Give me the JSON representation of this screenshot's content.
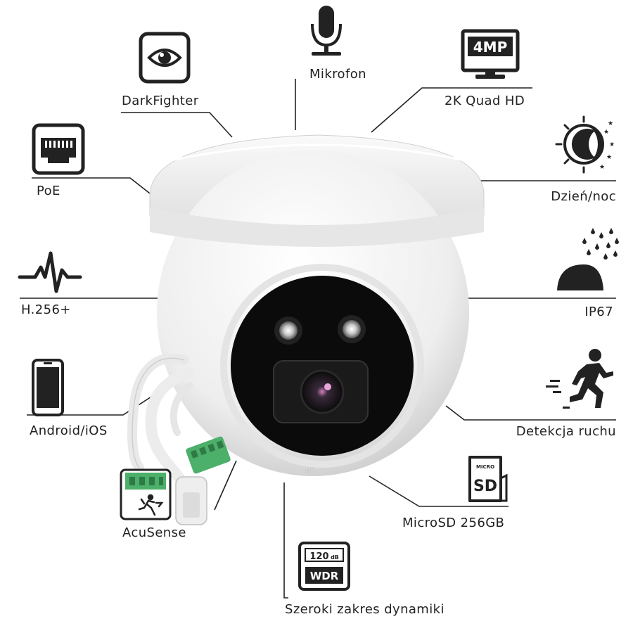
{
  "features": {
    "darkfighter": {
      "label": "DarkFighter",
      "icon": "eye-icon"
    },
    "mikrofon": {
      "label": "Mikrofon",
      "icon": "microphone-icon"
    },
    "resolution": {
      "label": "2K Quad HD",
      "icon": "monitor-4mp-icon",
      "badge": "4MP"
    },
    "poe": {
      "label": "PoE",
      "icon": "ethernet-port-icon"
    },
    "daynight": {
      "label": "Dzień/noc",
      "icon": "moon-stars-icon"
    },
    "codec": {
      "label": "H.256+",
      "icon": "waveform-icon"
    },
    "ip67": {
      "label": "IP67",
      "icon": "rain-dome-icon"
    },
    "mobile": {
      "label": "Android/iOS",
      "icon": "smartphone-icon"
    },
    "motion": {
      "label": "Detekcja ruchu",
      "icon": "running-person-icon"
    },
    "microsd": {
      "label": "MicroSD 256GB",
      "icon": "microsd-card-icon",
      "badge_top": "MICRO",
      "badge_main": "SD"
    },
    "acusense": {
      "label": "AcuSense",
      "icon": "acusense-icon"
    },
    "wdr": {
      "label": "Szeroki zakres dynamiki",
      "icon": "wdr-icon",
      "badge_top": "120",
      "badge_unit": "dB",
      "badge_main": "WDR"
    }
  },
  "product": {
    "name": "dome-camera",
    "colors": {
      "body": "#f2f2f2",
      "lens_ring": "#0c0c0c",
      "connector": "#4caf6a",
      "line": "#222222"
    }
  }
}
